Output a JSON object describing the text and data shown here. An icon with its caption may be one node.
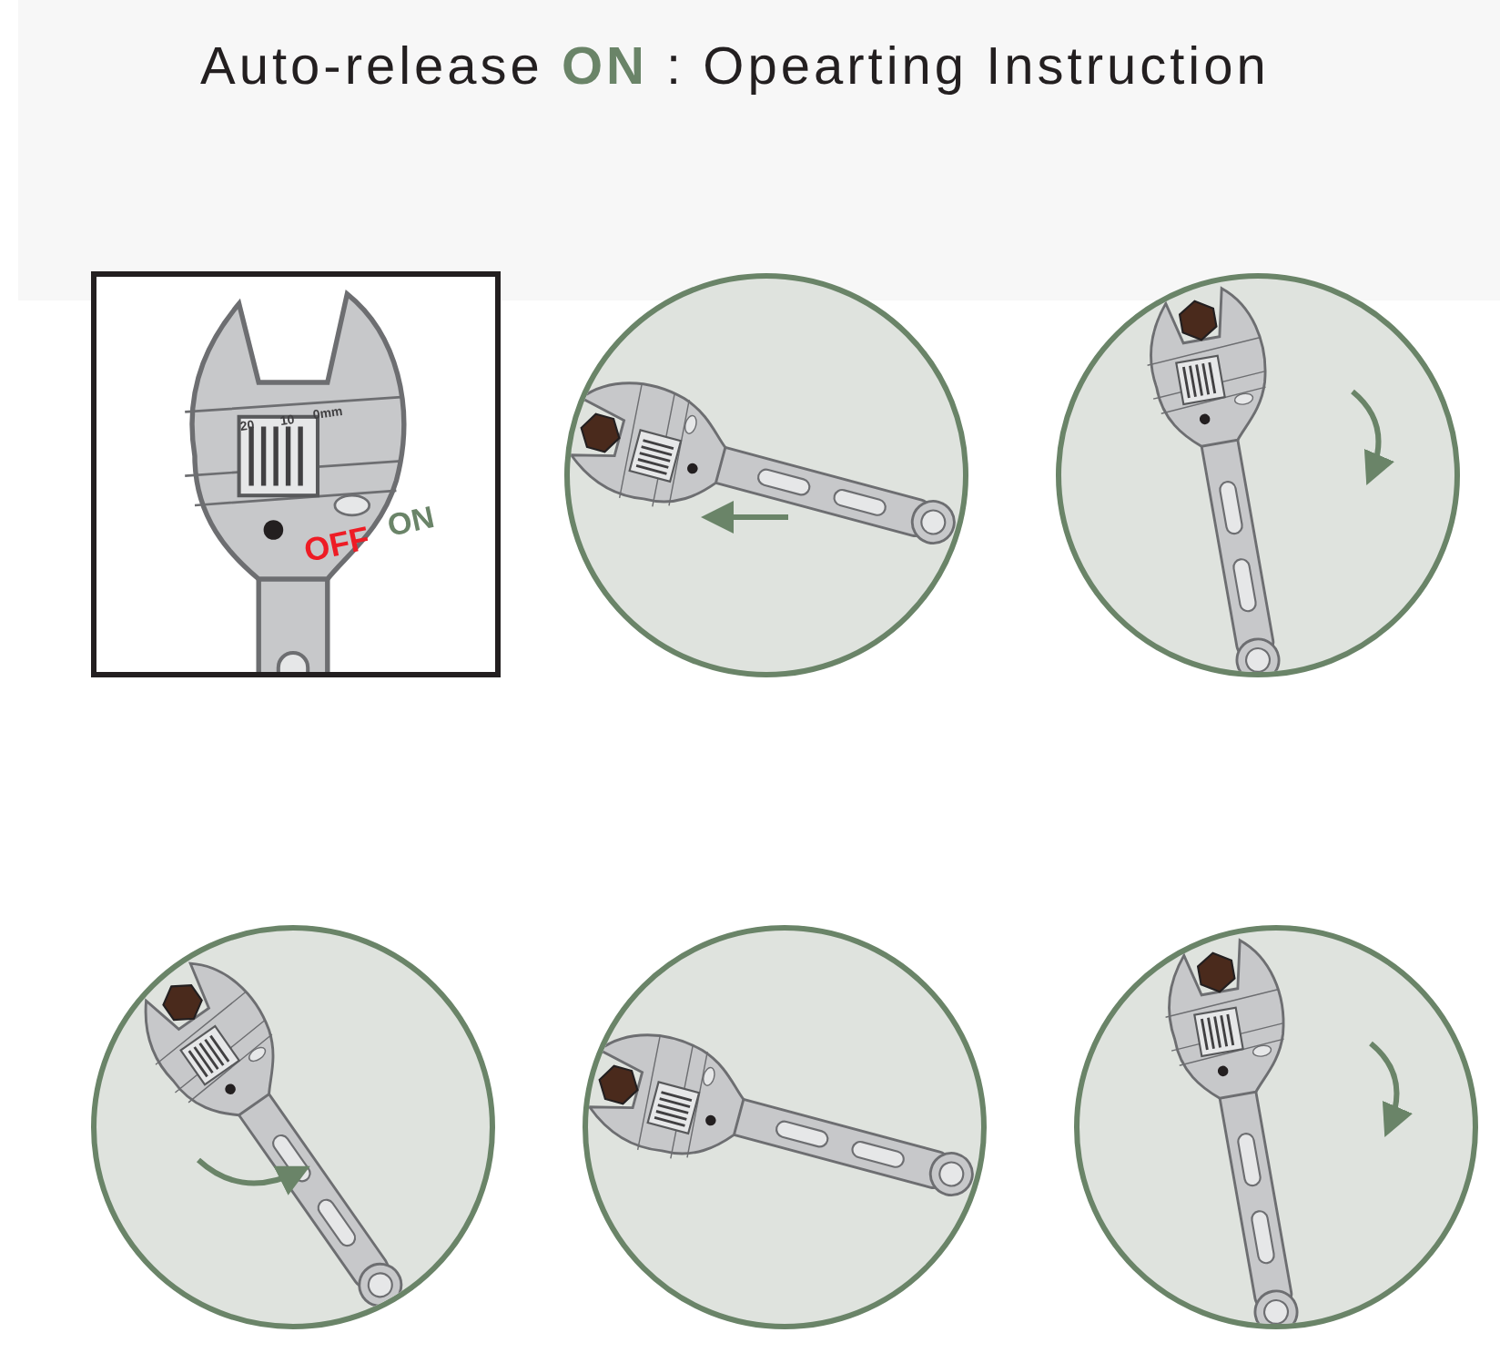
{
  "diagram": {
    "title": "Auto-release **ON** : Opearting Instruction",
    "labels": [
      "20",
      "10",
      "0mm",
      "OFF",
      "ON"
    ]
  }
}
